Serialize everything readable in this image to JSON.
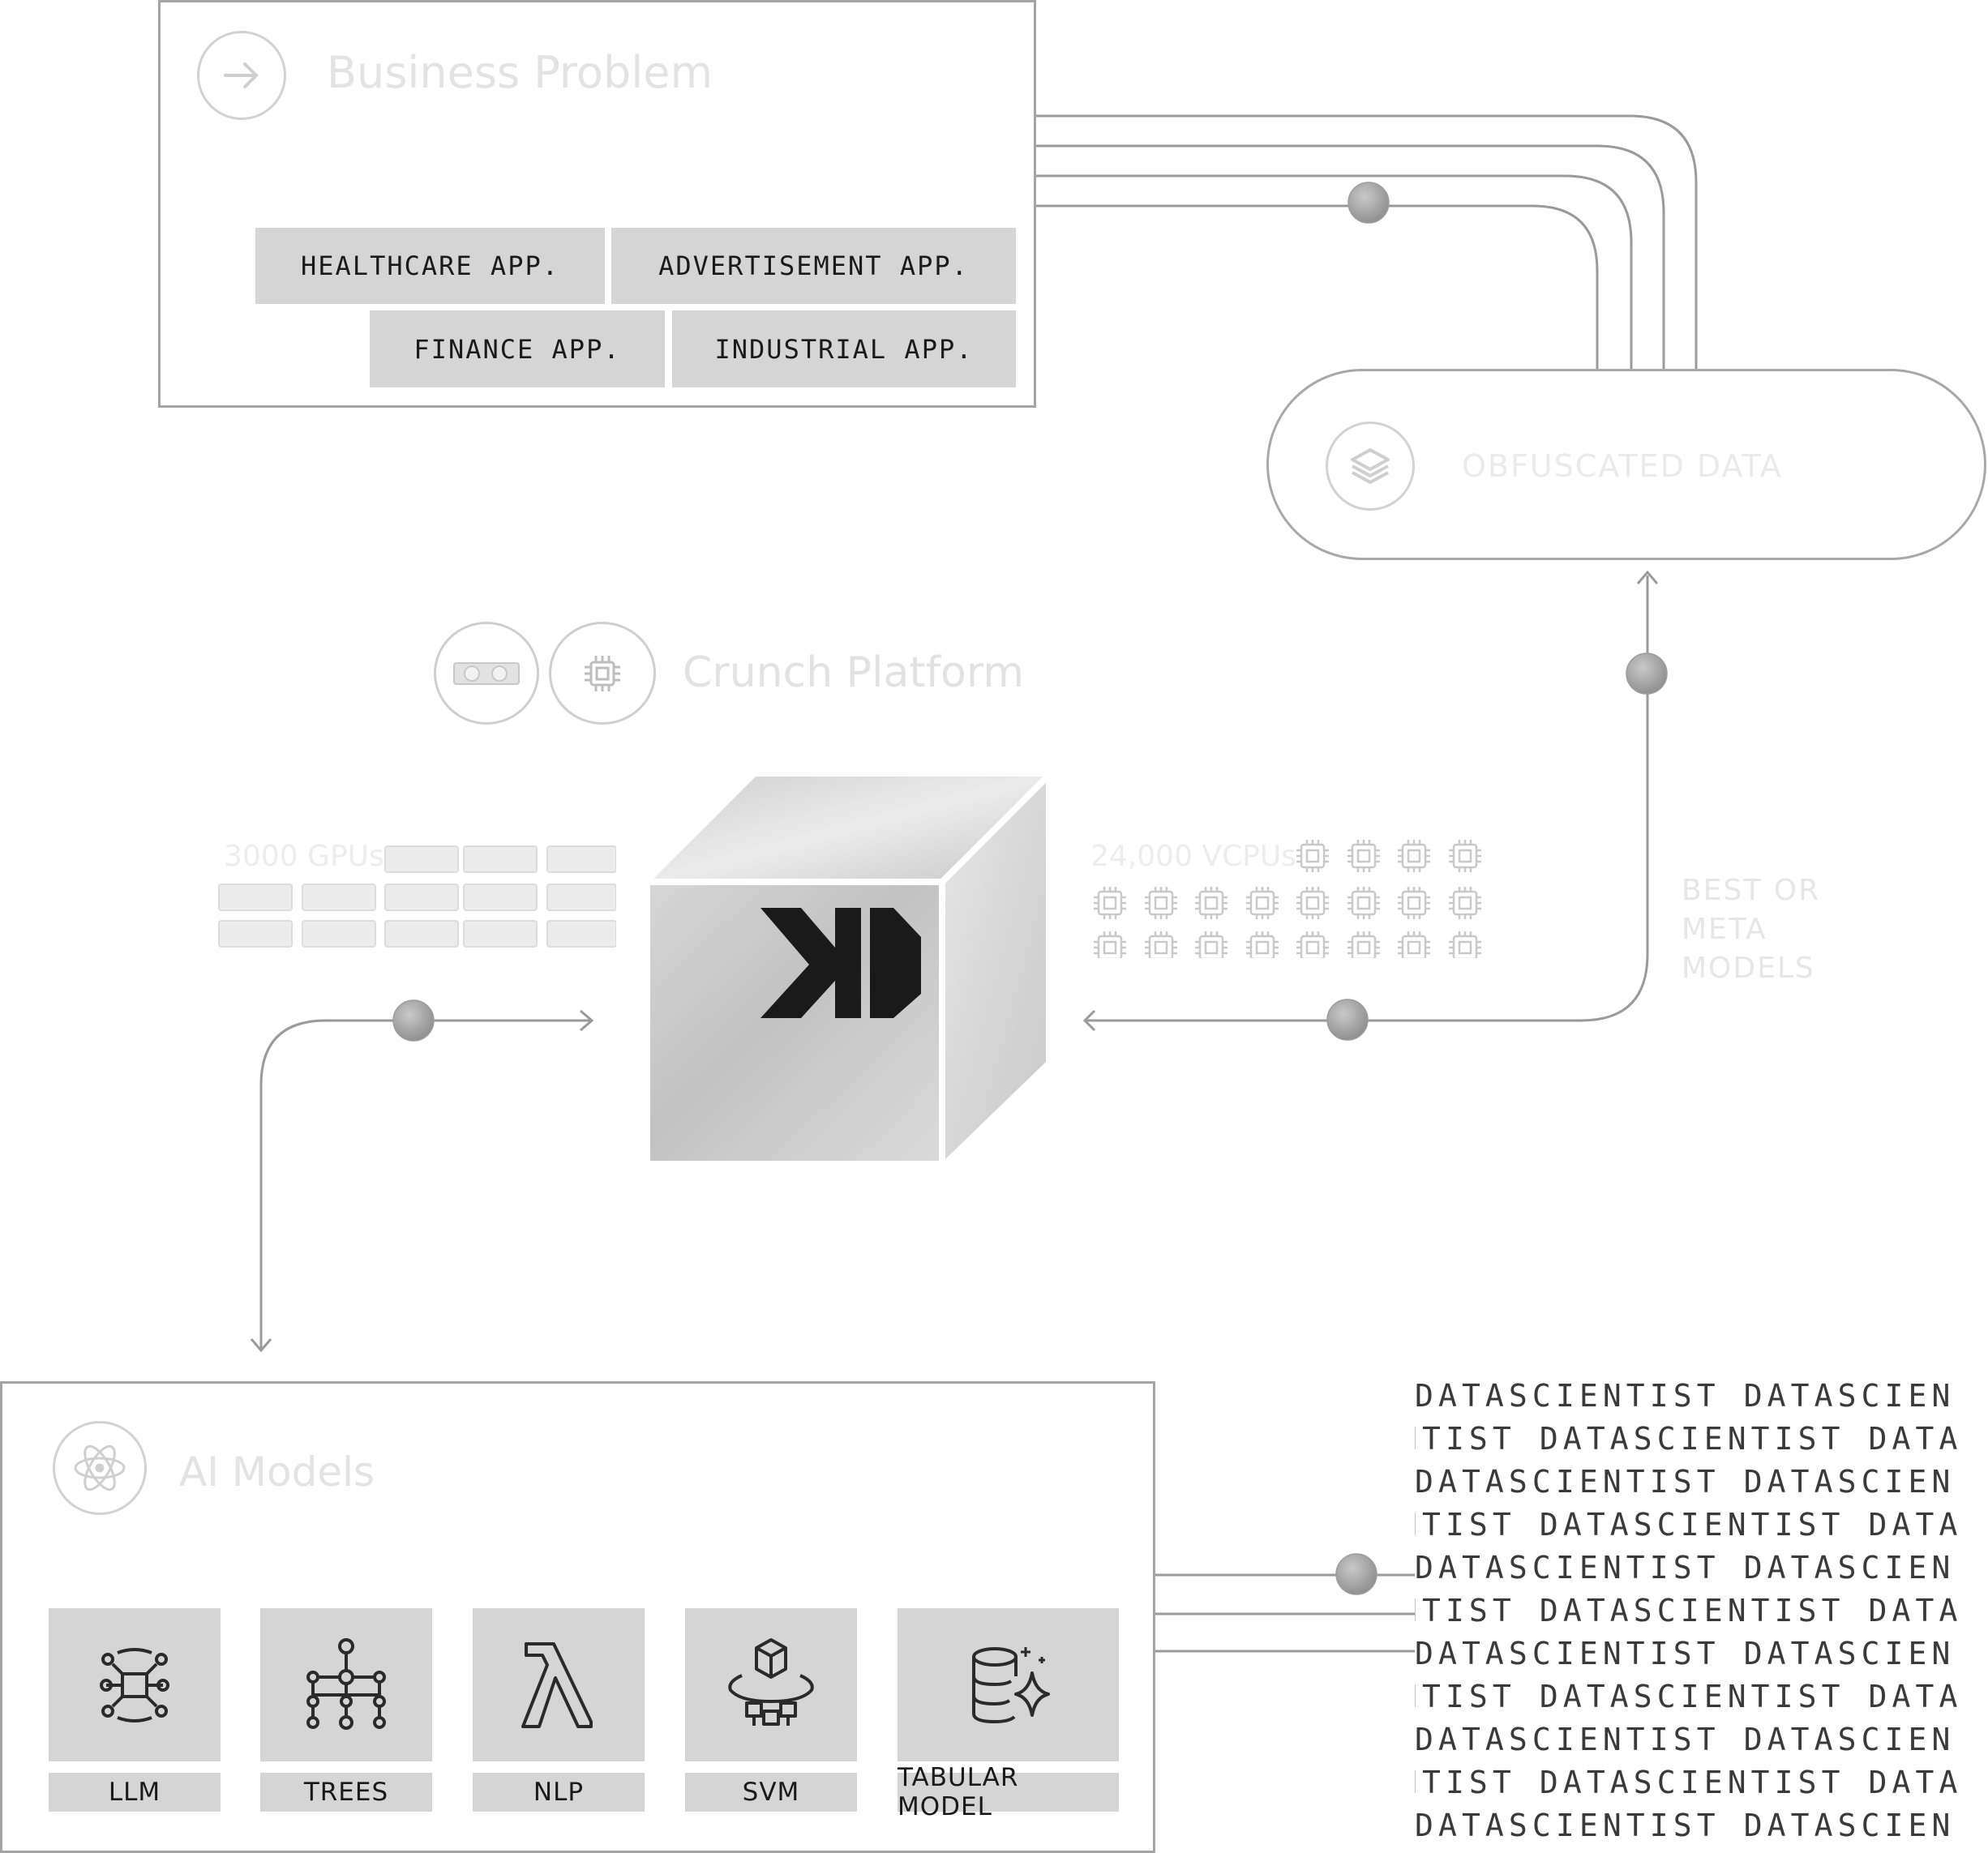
{
  "business_problem": {
    "title": "Business Problem",
    "icon": "arrow-right-icon",
    "apps": [
      "HEALTHCARE APP.",
      "ADVERTISEMENT APP.",
      "FINANCE APP.",
      "INDUSTRIAL APP."
    ]
  },
  "obfuscated_data": {
    "label": "OBFUSCATED DATA",
    "icon": "layers-icon"
  },
  "crunch_platform": {
    "title": "Crunch Platform",
    "icons": [
      "gpu-card-icon",
      "cpu-chip-icon"
    ],
    "gpus_label": "3000 GPUs",
    "vcpus_label": "24,000 VCPUs",
    "logo": "crunch-logo"
  },
  "best_models_label": "BEST OR META MODELS",
  "ai_models": {
    "title": "AI Models",
    "icon": "atom-icon",
    "items": [
      {
        "label": "LLM",
        "icon": "llm-network-icon"
      },
      {
        "label": "TREES",
        "icon": "decision-tree-icon"
      },
      {
        "label": "NLP",
        "icon": "lambda-icon"
      },
      {
        "label": "SVM",
        "icon": "svm-cube-icon"
      },
      {
        "label": "TABULAR MODEL",
        "icon": "database-sparkle-icon"
      }
    ]
  },
  "data_scientists": {
    "lines": [
      "DATASCIENTIST DATASCIEN",
      "NTIST DATASCIENTIST DATA",
      "DATASCIENTIST DATASCIEN",
      "NTIST DATASCIENTIST DATA",
      "DATASCIENTIST DATASCIEN",
      "NTIST DATASCIENTIST DATA",
      "DATASCIENTIST DATASCIEN",
      "NTIST DATASCIENTIST DATA",
      "DATASCIENTIST DATASCIEN",
      "NTIST DATASCIENTIST DATA",
      "DATASCIENTIST DATASCIEN"
    ]
  },
  "colors": {
    "panel_border": "#a4a4a4",
    "tile_fill": "#d5d5d5",
    "faint_text": "#e3e3e3",
    "logo": "#1a1a1a"
  }
}
